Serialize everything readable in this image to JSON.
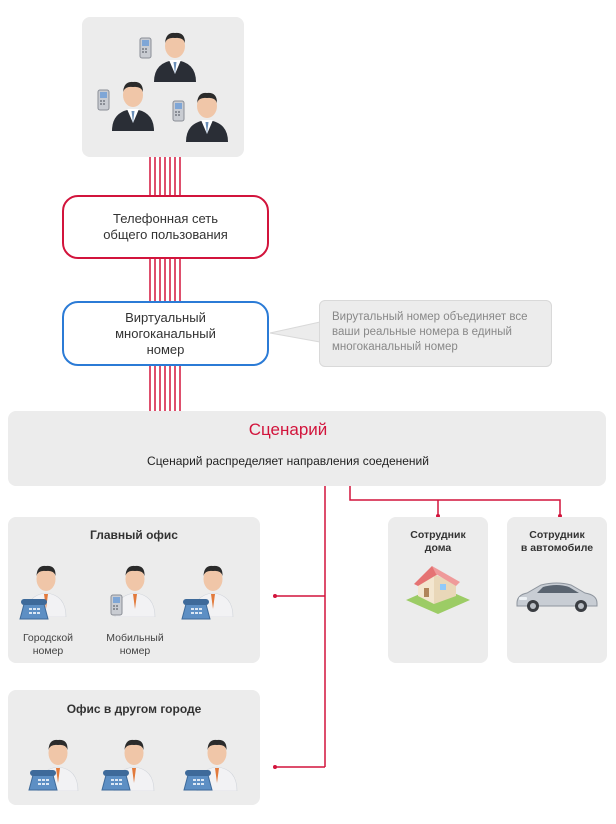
{
  "colors": {
    "accent": "#d2143c",
    "blue": "#2b7bd6",
    "panel": "#ececec"
  },
  "pstn": {
    "label": "Телефонная сеть\nобщего пользования"
  },
  "virtual": {
    "label": "Виртуальный\nмногоканальный\nномер"
  },
  "note": {
    "text": "Вирутальный номер объединяет все\nваши реальные номера в единый\nмногоканальный номер"
  },
  "scenario": {
    "title": "Сценарий",
    "subtitle": "Сценарий распределяет направления соеденений"
  },
  "main_office": {
    "title": "Главный офис",
    "labels": [
      "Городской\nномер",
      "Мобильный\nномер"
    ]
  },
  "other_office": {
    "title": "Офис в другом городе"
  },
  "home": {
    "title": "Сотрудник\nдома"
  },
  "car": {
    "title": "Сотрудник\nв автомобиле"
  },
  "icons": [
    "businessman-icon",
    "mobile-phone-icon",
    "desk-phone-icon",
    "house-icon",
    "car-icon"
  ]
}
